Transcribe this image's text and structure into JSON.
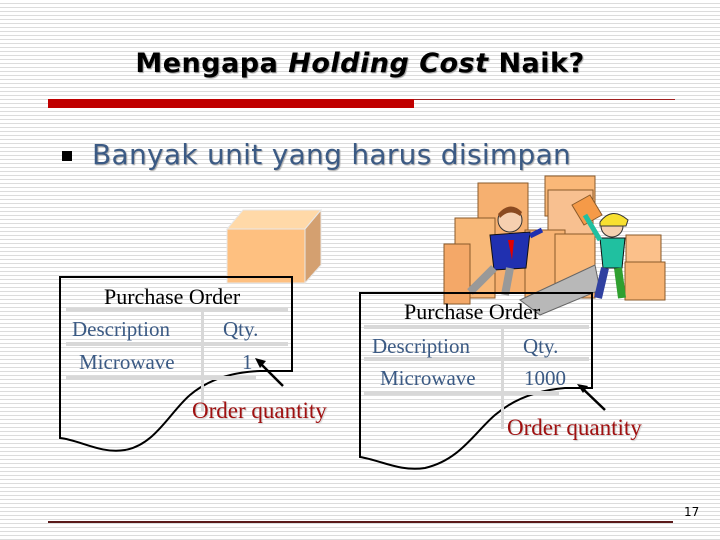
{
  "slide": {
    "title_parts": {
      "prefix": "Mengapa ",
      "italic": "Holding Cost",
      "suffix": " Naik?"
    },
    "bullet": "Banyak unit yang harus disimpan",
    "page_number": "17",
    "accent_color": "#c00000",
    "text_color": "#3b5a84"
  },
  "left_order": {
    "title": "Purchase Order",
    "headers": [
      "Description",
      "Qty."
    ],
    "row": [
      "Microwave",
      "1"
    ],
    "label": "Order quantity"
  },
  "right_order": {
    "title": "Purchase Order",
    "headers": [
      "Description",
      "Qty."
    ],
    "row": [
      "Microwave",
      "1000"
    ],
    "label": "Order quantity"
  },
  "images": {
    "left": "single-box",
    "right": "workers-with-stacked-boxes"
  }
}
